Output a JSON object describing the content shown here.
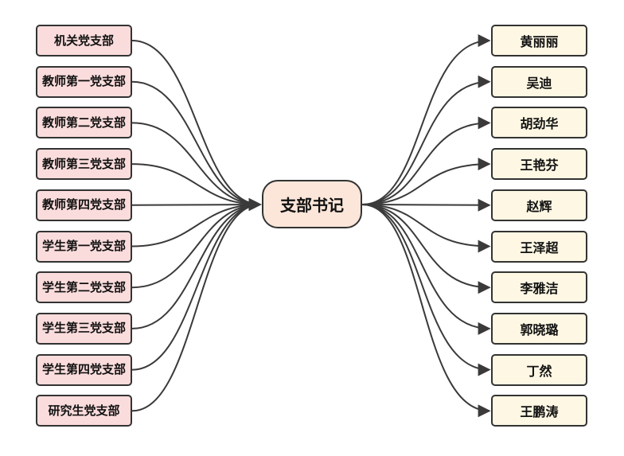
{
  "center": {
    "label": "支部书记"
  },
  "left_nodes": [
    {
      "label": "机关党支部"
    },
    {
      "label": "教师第一党支部"
    },
    {
      "label": "教师第二党支部"
    },
    {
      "label": "教师第三党支部"
    },
    {
      "label": "教师第四党支部"
    },
    {
      "label": "学生第一党支部"
    },
    {
      "label": "学生第二党支部"
    },
    {
      "label": "学生第三党支部"
    },
    {
      "label": "学生第四党支部"
    },
    {
      "label": "研究生党支部"
    }
  ],
  "right_nodes": [
    {
      "label": "黄丽丽"
    },
    {
      "label": "吴迪"
    },
    {
      "label": "胡劲华"
    },
    {
      "label": "王艳芬"
    },
    {
      "label": "赵辉"
    },
    {
      "label": "王泽超"
    },
    {
      "label": "李雅洁"
    },
    {
      "label": "郭晓璐"
    },
    {
      "label": "丁然"
    },
    {
      "label": "王鹏涛"
    }
  ],
  "colors": {
    "left_fill": "#fbdcdc",
    "right_fill": "#fdf7e3",
    "center_fill": "#fbe6d9",
    "stroke": "#333333"
  }
}
